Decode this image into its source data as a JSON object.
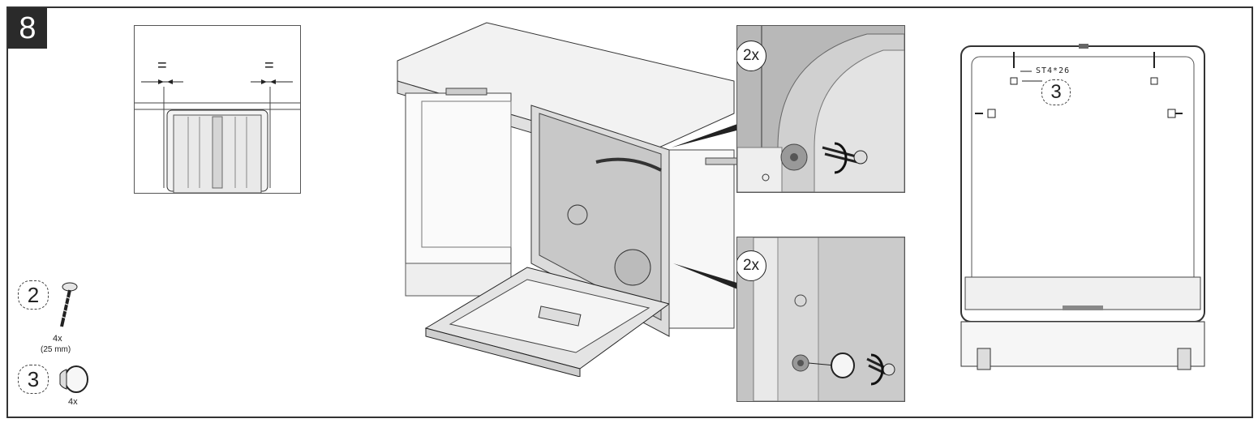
{
  "step": {
    "number": "8"
  },
  "gap_marks": {
    "left": "=",
    "right": "="
  },
  "callouts": {
    "upper": "2x",
    "lower": "2x"
  },
  "door_view": {
    "screw_spec": "ST4*26",
    "part_badge": "3"
  },
  "parts": {
    "screw": {
      "badge": "2",
      "quantity": "4x",
      "size": "(25 mm)"
    },
    "cap": {
      "badge": "3",
      "quantity": "4x"
    }
  },
  "colors": {
    "frame": "#333333",
    "step_bg": "#2a2a2a",
    "line": "#444444",
    "shade": "#bdbdbd",
    "light_shade": "#e6e6e6"
  }
}
